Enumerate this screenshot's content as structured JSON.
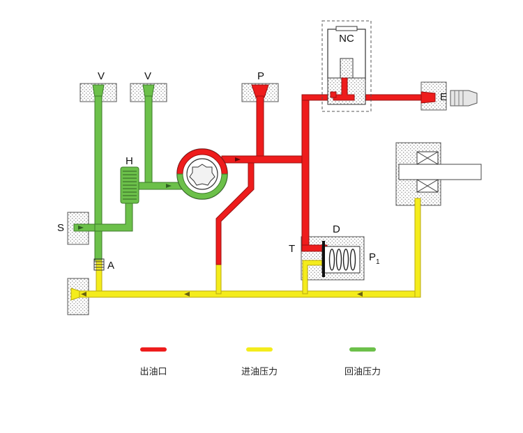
{
  "colors": {
    "outlet": "#ee1c1c",
    "inlet": "#f4ec1c",
    "return": "#6cc04a",
    "hatch": "#bdbdbd",
    "outline": "#333333"
  },
  "labels": {
    "v1": "V",
    "v2": "V",
    "p": "P",
    "nc": "NC",
    "e": "E",
    "h": "H",
    "s": "S",
    "a": "A",
    "d": "D",
    "t": "T",
    "p1_main": "P",
    "p1_sub": "1"
  },
  "legend": [
    {
      "key": "outlet",
      "label": "出油口",
      "color": "#ee1c1c",
      "glow": "#f7a0a0"
    },
    {
      "key": "inlet",
      "label": "进油压力",
      "color": "#f4ec1c",
      "glow": "#faf6a0"
    },
    {
      "key": "return",
      "label": "回油压力",
      "color": "#6cc04a",
      "glow": "#b8e2a4"
    }
  ]
}
